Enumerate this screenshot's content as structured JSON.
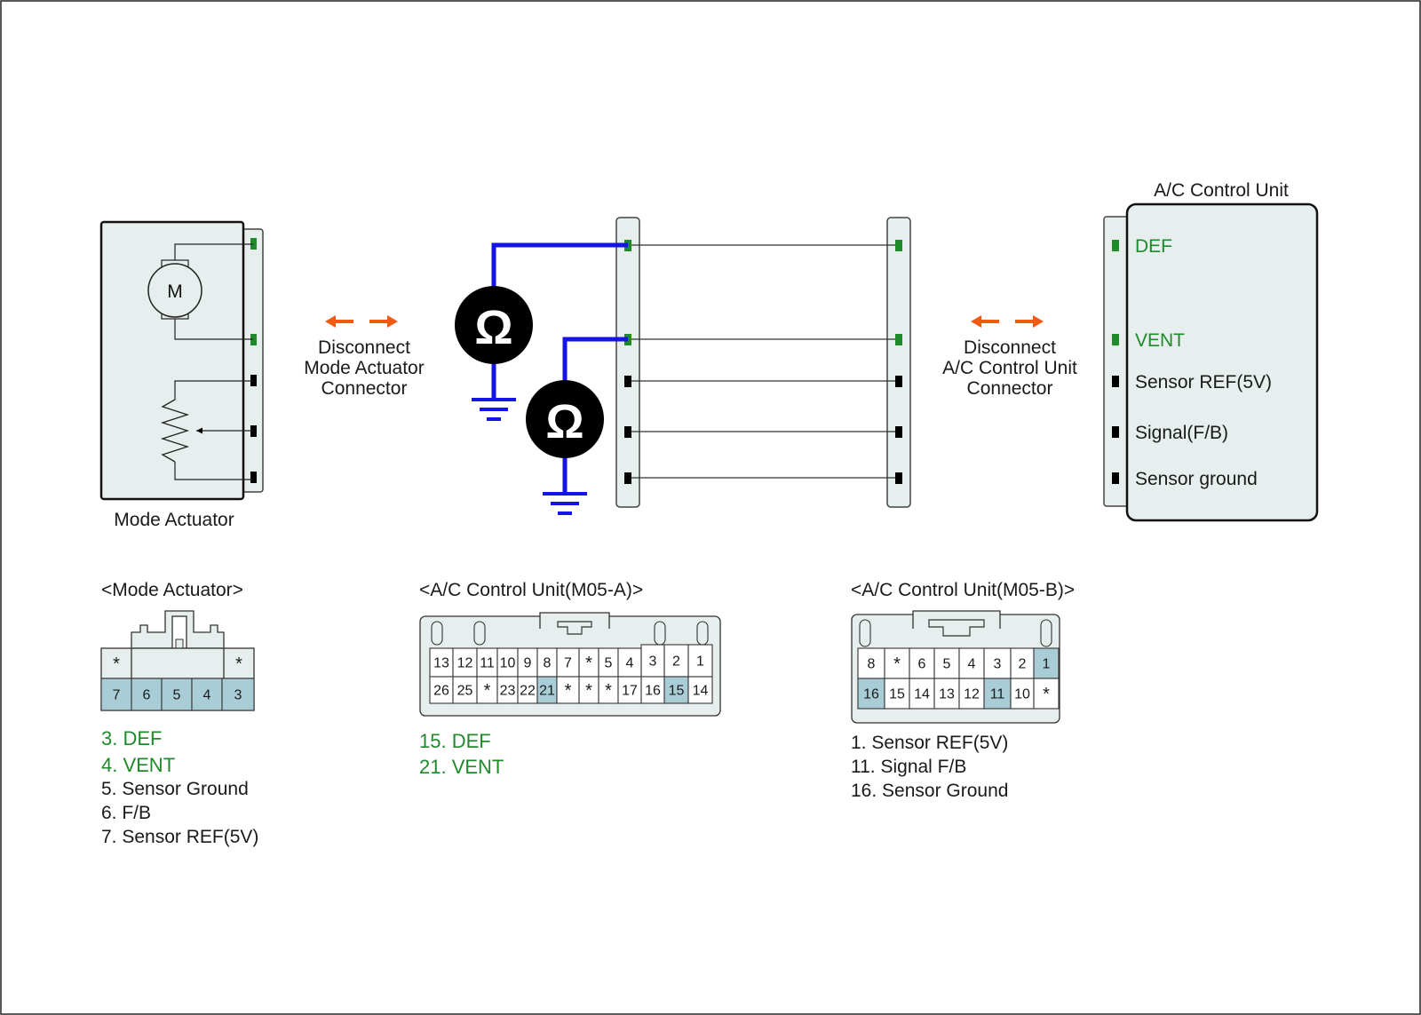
{
  "colors": {
    "housing": "#e6eeee",
    "highlight": "#a8cdd6",
    "green": "#1f8a2a",
    "blue": "#1414e6",
    "orange": "#f05a14",
    "black": "#000000"
  },
  "mode_actuator": {
    "name": "Mode Actuator",
    "motor_symbol": "M"
  },
  "disconnect_left": {
    "line1": "Disconnect",
    "line2": "Mode Actuator",
    "line3": "Connector"
  },
  "disconnect_right": {
    "line1": "Disconnect",
    "line2": "A/C Control Unit",
    "line3": "Connector"
  },
  "meter_symbol": "Ω",
  "ac_control_unit": {
    "title": "A/C Control Unit",
    "pins": [
      "DEF",
      "VENT",
      "Sensor REF(5V)",
      "Signal(F/B)",
      "Sensor ground"
    ]
  },
  "connector_mode_actuator": {
    "title": "<Mode Actuator>",
    "top_row": [
      "*",
      "",
      "",
      "",
      "*"
    ],
    "bottom_row": [
      "7",
      "6",
      "5",
      "4",
      "3"
    ],
    "legend": [
      {
        "text": "3. DEF",
        "highlight": true
      },
      {
        "text": "4. VENT",
        "highlight": true
      },
      {
        "text": "5. Sensor Ground",
        "highlight": false
      },
      {
        "text": "6. F/B",
        "highlight": false
      },
      {
        "text": "7. Sensor REF(5V)",
        "highlight": false
      }
    ]
  },
  "connector_m05a": {
    "title": "<A/C Control Unit(M05-A)>",
    "top_row": [
      "13",
      "12",
      "11",
      "10",
      "9",
      "8",
      "7",
      "*",
      "5",
      "4",
      "3",
      "2",
      "1"
    ],
    "bottom_row": [
      "26",
      "25",
      "*",
      "23",
      "22",
      "21",
      "*",
      "*",
      "*",
      "17",
      "16",
      "15",
      "14"
    ],
    "legend": [
      {
        "text": "15. DEF",
        "highlight": true
      },
      {
        "text": "21. VENT",
        "highlight": true
      }
    ]
  },
  "connector_m05b": {
    "title": "<A/C Control Unit(M05-B)>",
    "top_row": [
      "8",
      "*",
      "6",
      "5",
      "4",
      "3",
      "2",
      "1"
    ],
    "bottom_row": [
      "16",
      "15",
      "14",
      "13",
      "12",
      "11",
      "10",
      "*"
    ],
    "legend": [
      {
        "text": "1. Sensor REF(5V)",
        "highlight": false
      },
      {
        "text": "11. Signal F/B",
        "highlight": false
      },
      {
        "text": "16. Sensor Ground",
        "highlight": false
      }
    ]
  }
}
